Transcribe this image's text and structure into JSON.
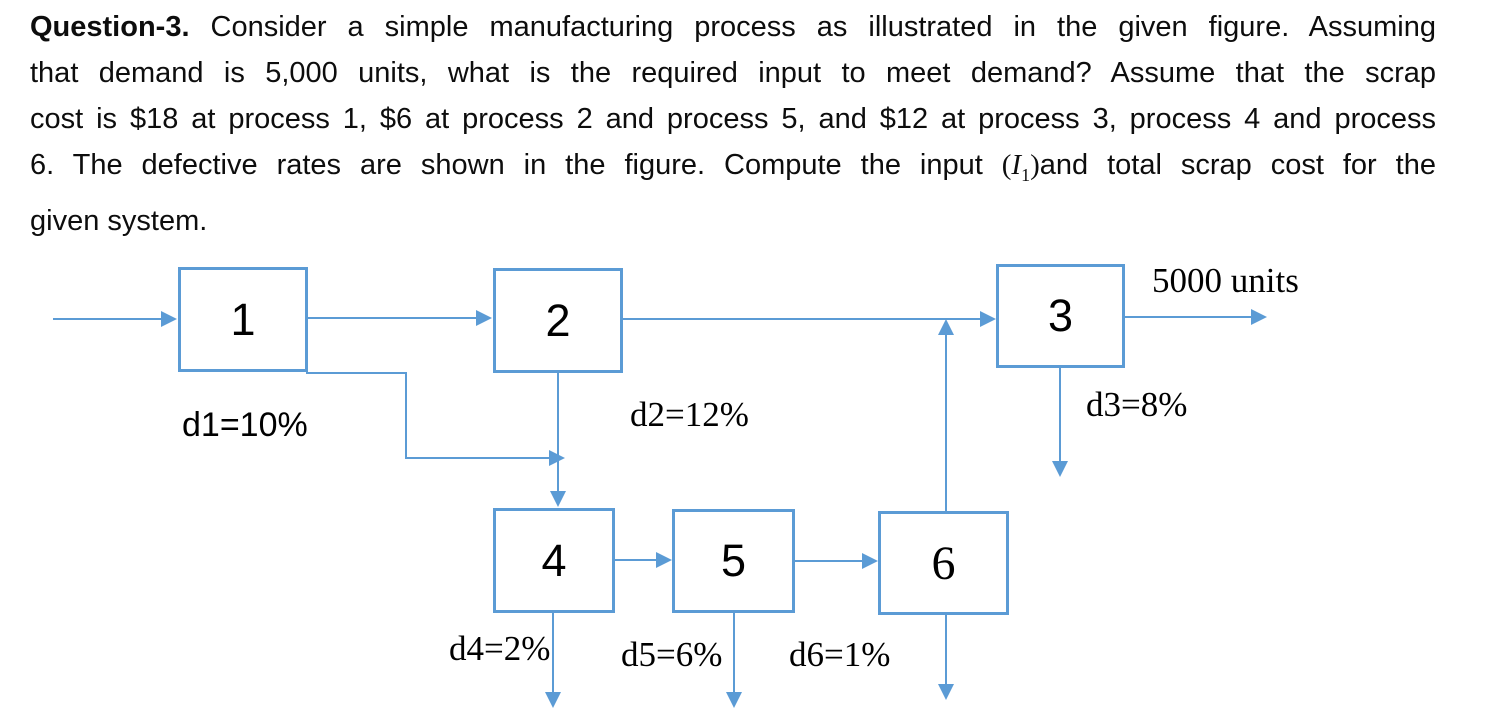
{
  "question": {
    "label": "Question-3.",
    "line1": " Consider a simple manufacturing process as illustrated in the given figure. Assuming",
    "line2": "that demand is 5,000 units, what is the required input to meet demand? Assume that the scrap",
    "line3": "cost is $18 at process 1, $6 at process 2 and process 5, and $12 at process 3, process 4 and process",
    "line4a": "6. The defective rates are shown in the figure. Compute the input ",
    "math_open": "(",
    "math_symbol": "I",
    "math_subscript": "1",
    "math_close": ")",
    "line4b": "and total scrap cost for the",
    "line5": "given system."
  },
  "diagram": {
    "accent_color": "#5b9bd5",
    "boxes": {
      "b1": "1",
      "b2": "2",
      "b3": "3",
      "b4": "4",
      "b5": "5",
      "b6": "6"
    },
    "defects": {
      "d1": "d1=10%",
      "d2": "d2=12%",
      "d3": "d3=8%",
      "d4": "d4=2%",
      "d5": "d5=6%",
      "d6": "d6=1%"
    },
    "output_label": "5000 units"
  }
}
